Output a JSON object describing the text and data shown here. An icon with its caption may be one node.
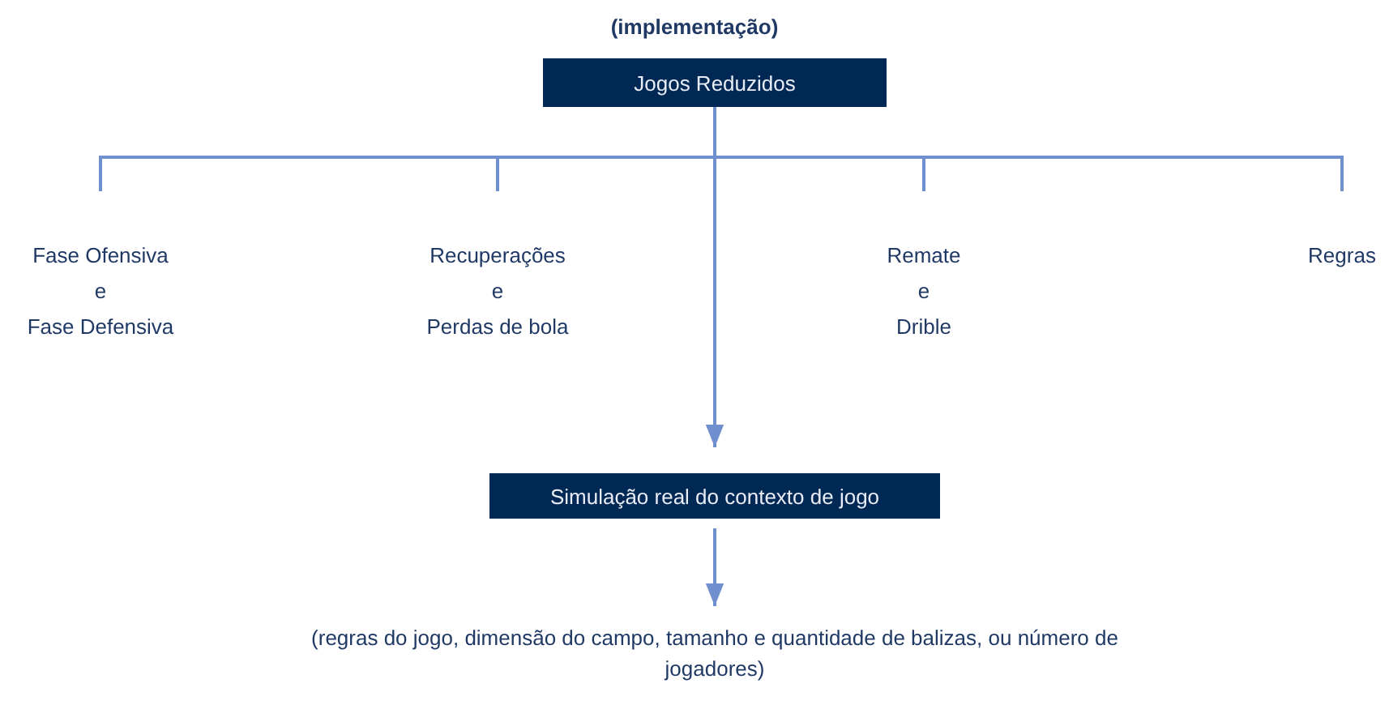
{
  "diagram": {
    "title": "(implementação)",
    "nodes": [
      {
        "text": [
          "Jogos Reduzidos"
        ]
      },
      {
        "text": [
          "Fase Ofensiva",
          "e",
          "Fase Defensiva"
        ]
      },
      {
        "text": [
          "Recuperações",
          "e",
          "Perdas de bola"
        ]
      },
      {
        "text": [
          "Remate",
          "e",
          "Drible"
        ]
      },
      {
        "text": [
          "Regras"
        ]
      },
      {
        "text": [
          "Simulação real do contexto de jogo"
        ]
      },
      {
        "text": [
          "(regras do jogo, dimensão do campo, tamanho e quantidade de balizas, ou número de jogadores)"
        ]
      }
    ],
    "edges": [
      {
        "from": 0,
        "to": 1,
        "arrow": "none"
      },
      {
        "from": 0,
        "to": 2,
        "arrow": "none"
      },
      {
        "from": 0,
        "to": 5,
        "arrow": "to"
      },
      {
        "from": 0,
        "to": 3,
        "arrow": "none"
      },
      {
        "from": 0,
        "to": 4,
        "arrow": "none"
      },
      {
        "from": 5,
        "to": 6,
        "arrow": "to"
      }
    ]
  }
}
